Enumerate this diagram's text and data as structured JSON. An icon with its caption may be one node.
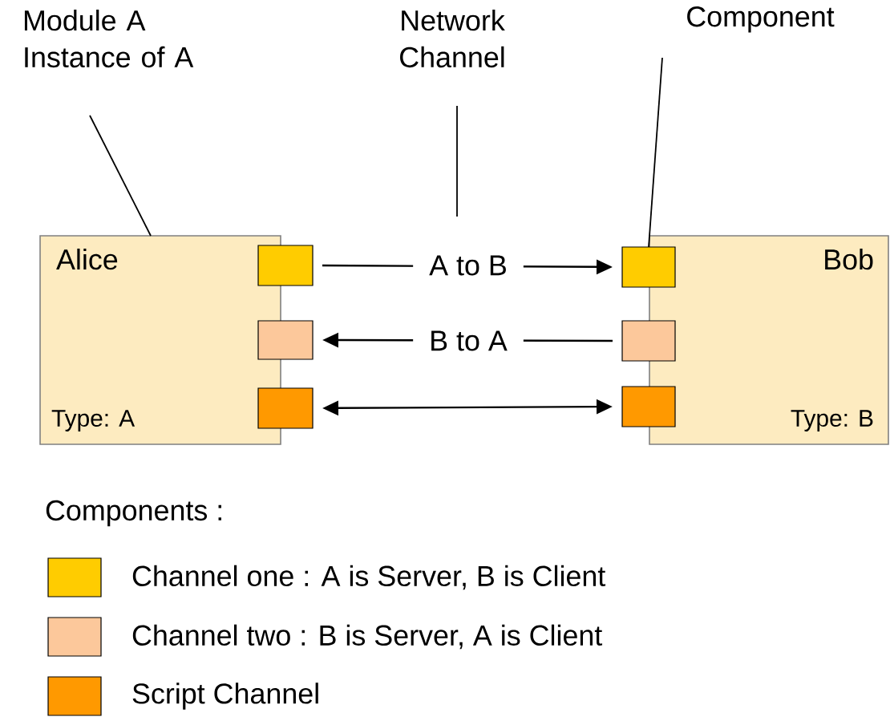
{
  "diagram": {
    "nodes": [
      {
        "text": [
          "Alice",
          "Type: A"
        ]
      },
      {
        "text": [
          "Bob",
          "Type: B"
        ]
      },
      {
        "text": [],
        "shape": "box"
      },
      {
        "text": [],
        "shape": "box"
      },
      {
        "text": [],
        "shape": "box"
      },
      {
        "text": [],
        "shape": "box"
      },
      {
        "text": [],
        "shape": "box"
      },
      {
        "text": [],
        "shape": "box"
      },
      {
        "text": [
          "Module A Instance of A"
        ]
      },
      {
        "text": [
          "Network Channel"
        ]
      },
      {
        "text": [
          "Component"
        ]
      }
    ],
    "edges": [
      {
        "from": 2,
        "to": 5,
        "arrow": "to",
        "label": "A to B"
      },
      {
        "from": 6,
        "to": 3,
        "arrow": "to",
        "label": "B to A"
      },
      {
        "from": 4,
        "to": 7,
        "arrow": "both"
      },
      {
        "from": 8,
        "to": 0,
        "arrow": "none"
      },
      {
        "from": 9,
        "to": null,
        "arrow": "none"
      },
      {
        "from": 10,
        "to": 5,
        "arrow": "none"
      }
    ],
    "labels": [
      "Components :"
    ],
    "legend": [
      {
        "text": "Channel one : A is Server, B is Client",
        "color": "#ffcc00"
      },
      {
        "text": "Channel two : B is Server, A is Client",
        "color": "#fcc89b"
      },
      {
        "text": "Script Channel",
        "color": "#ff9900"
      }
    ]
  }
}
